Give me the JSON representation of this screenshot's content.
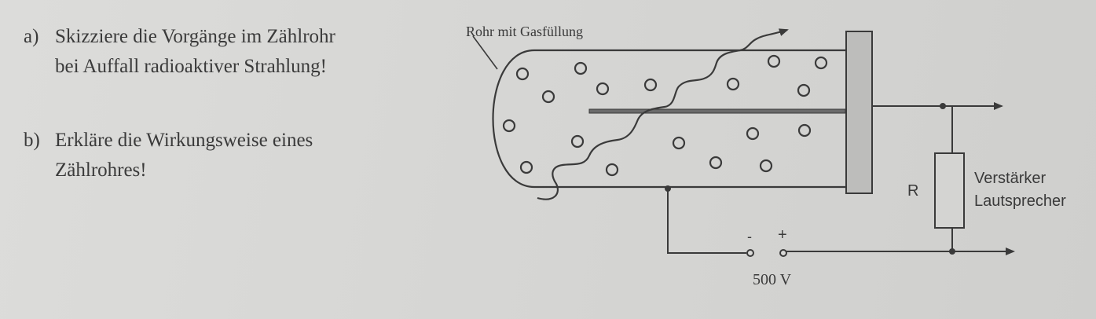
{
  "tasks": [
    {
      "marker": "a)",
      "line1": "Skizziere die Vorgänge im Zählrohr",
      "line2": "bei Auffall radioaktiver Strahlung!"
    },
    {
      "marker": "b)",
      "line1": "Erkläre die Wirkungsweise eines",
      "line2": "Zählrohres!"
    }
  ],
  "diagram": {
    "tube_label": "Rohr mit Gasfüllung",
    "resistor_label": "R",
    "amplifier_label": "Verstärker",
    "speaker_label": "Lautsprecher",
    "minus_label": "-",
    "plus_label": "+",
    "voltage_label": "500 V"
  },
  "colors": {
    "ink": "#3a3a3a",
    "paper": "#d9d9d7",
    "electrode": "#bdbdbb"
  }
}
